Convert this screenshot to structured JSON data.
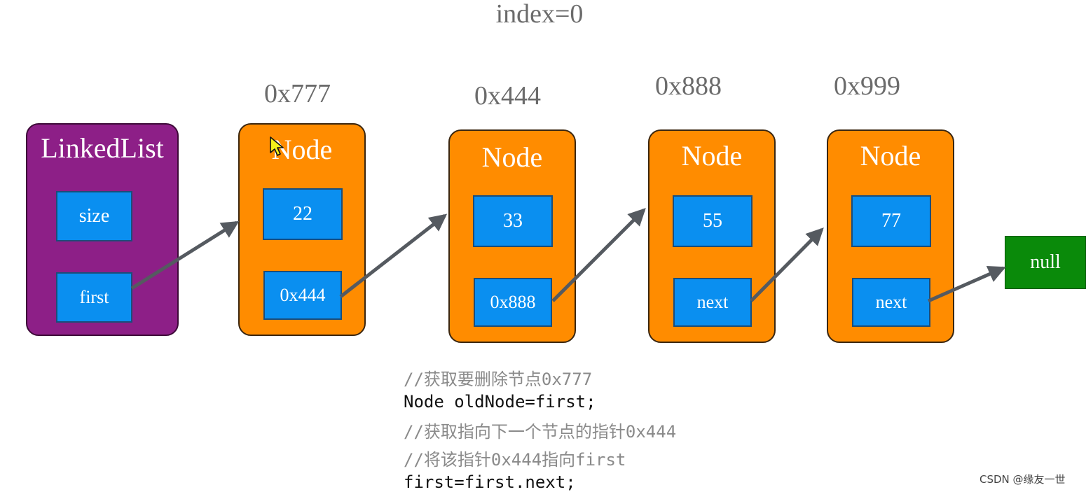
{
  "title": "index=0",
  "linked_list": {
    "title": "LinkedList",
    "fields": [
      "size",
      "first"
    ]
  },
  "nodes": [
    {
      "address": "0x777",
      "title": "Node",
      "value": "22",
      "next": "0x444"
    },
    {
      "address": "0x444",
      "title": "Node",
      "value": "33",
      "next": "0x888"
    },
    {
      "address": "0x888",
      "title": "Node",
      "value": "55",
      "next": "next"
    },
    {
      "address": "0x999",
      "title": "Node",
      "value": "77",
      "next": "next"
    }
  ],
  "null_label": "null",
  "code_lines": [
    "//获取要删除节点0x777",
    "Node oldNode=first;",
    "//获取指向下一个节点的指针0x444",
    "//将该指针0x444指向first",
    "first=first.next;"
  ],
  "watermark": "CSDN @缘友一世",
  "colors": {
    "linked_list": "#8d1f87",
    "node": "#ff8c00",
    "field": "#0a8ff0",
    "null_box": "#0a8a0a",
    "arrow": "#555a60"
  }
}
